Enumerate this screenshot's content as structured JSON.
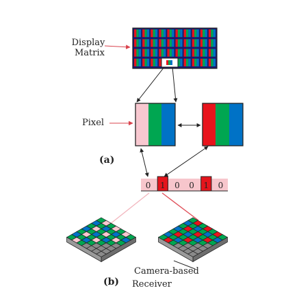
{
  "labels": {
    "display_line1": "Display",
    "display_line2": "Matrix",
    "pixel": "Pixel",
    "part_a": "(a)",
    "part_b": "(b)",
    "receiver_line1": "Camera-based",
    "receiver_line2": "Receiver"
  },
  "bit_sequence": [
    "0",
    "1",
    "0",
    "0",
    "1",
    "0"
  ],
  "colors": {
    "subpixel_red": "#e8141c",
    "subpixel_green": "#00a651",
    "subpixel_blue": "#0072c6",
    "dimmed_red": "#f8c8d0",
    "bit_bg": "#f7c6cc",
    "lit_bit": "#e4141c",
    "arrow_red": "#e0505a",
    "grid_gray": "#8a8a8a"
  }
}
